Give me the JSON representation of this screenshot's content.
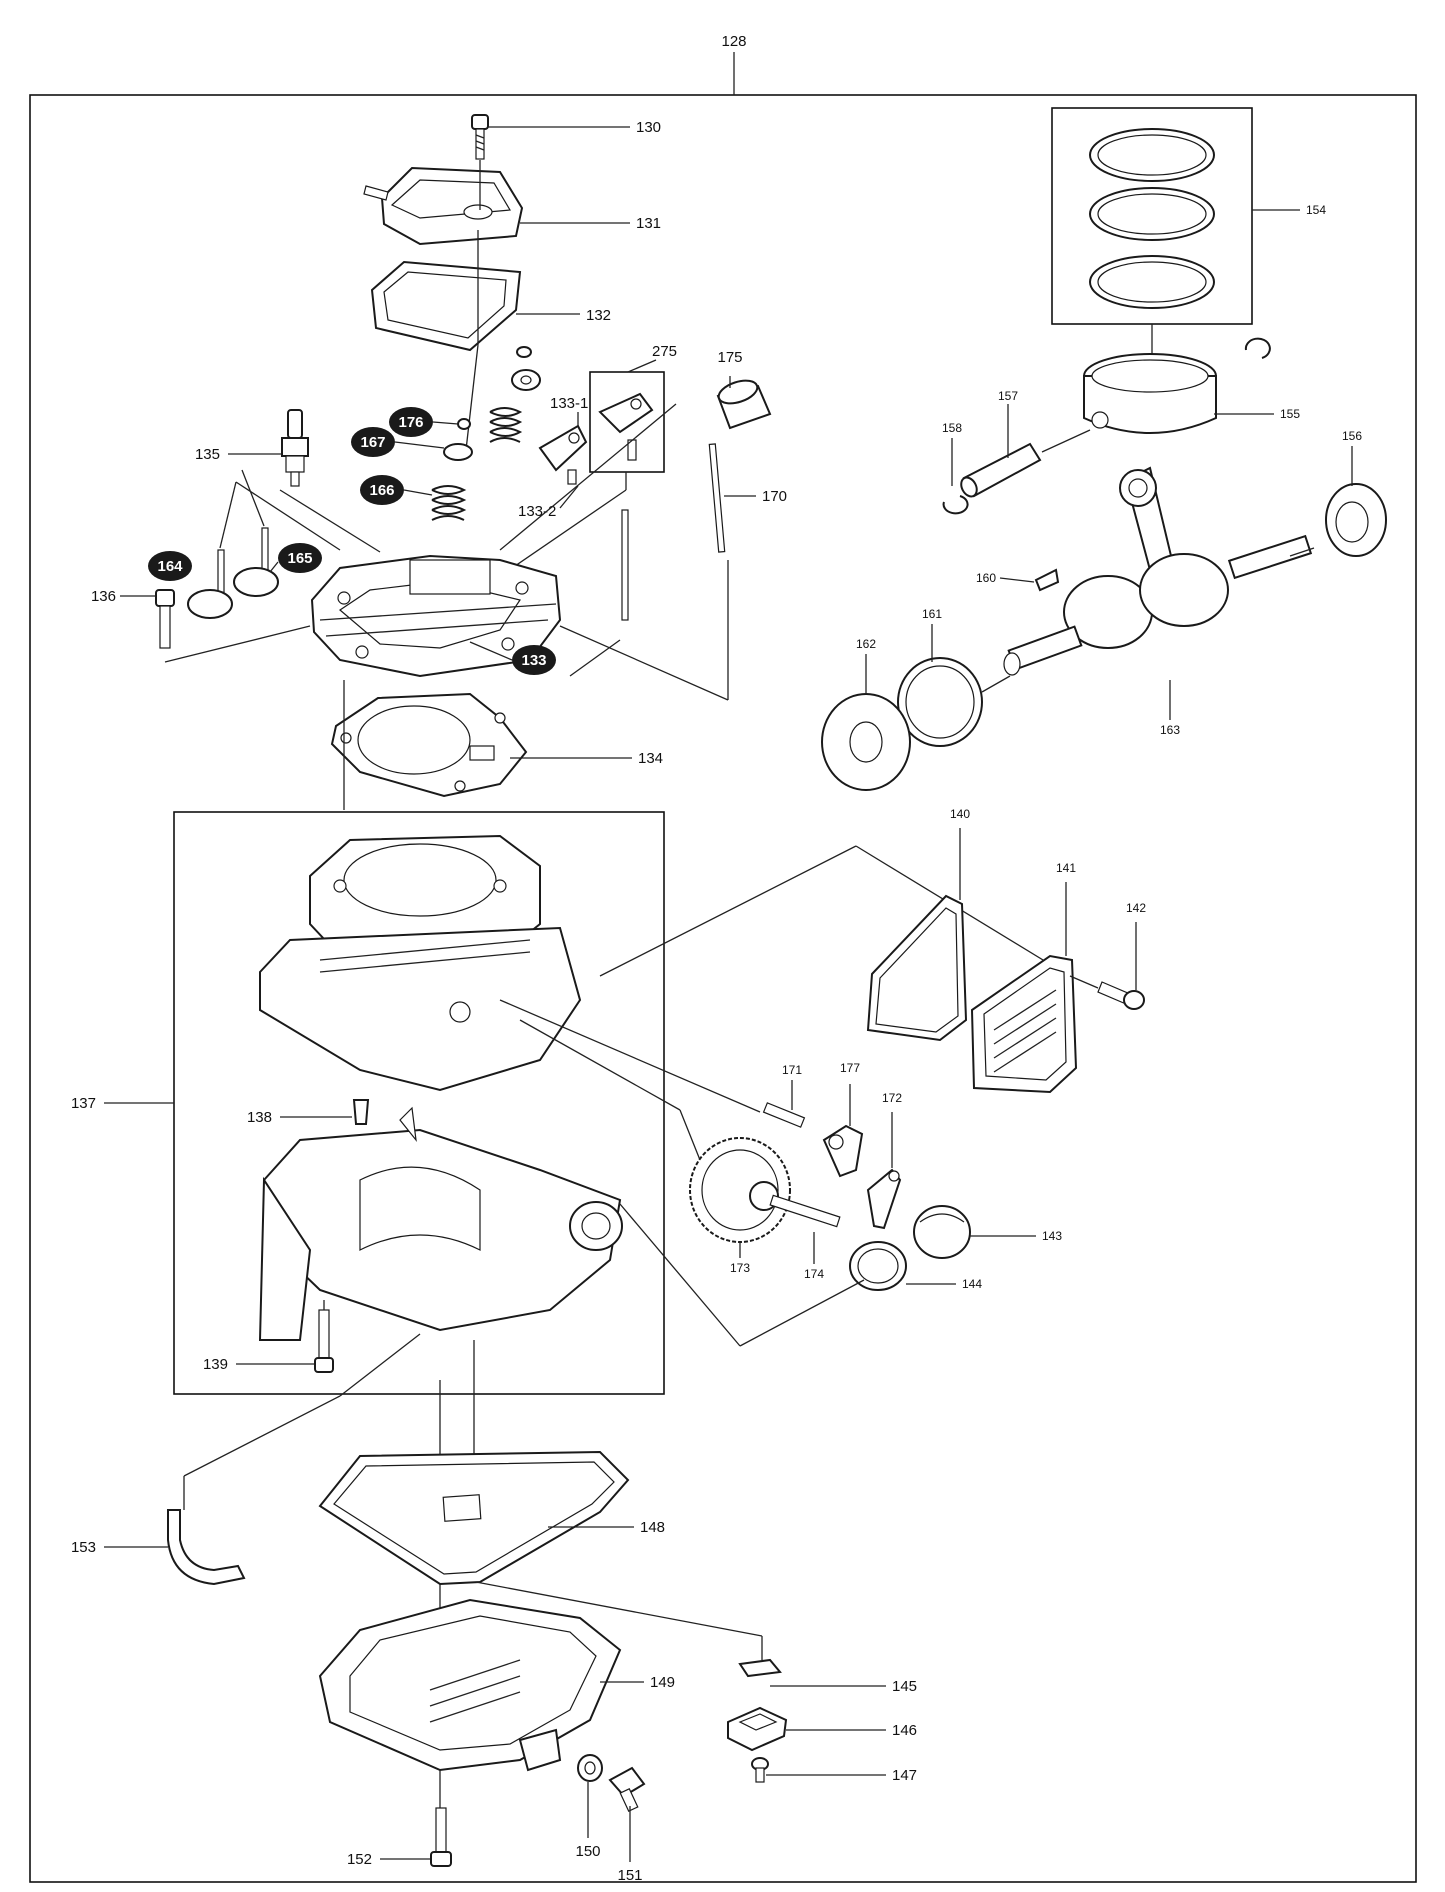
{
  "callouts": {
    "c128": "128",
    "c130": "130",
    "c131": "131",
    "c132": "132",
    "c135": "135",
    "c136": "136",
    "c134": "134",
    "c133": "133",
    "c133_1": "133-1",
    "c133_2": "133-2",
    "c275": "275",
    "c175": "175",
    "c170": "170",
    "c176": "176",
    "c167": "167",
    "c166": "166",
    "c164": "164",
    "c165": "165",
    "c154": "154",
    "c155": "155",
    "c156": "156",
    "c157": "157",
    "c158": "158",
    "c160": "160",
    "c161": "161",
    "c162": "162",
    "c163": "163",
    "c137": "137",
    "c138": "138",
    "c139": "139",
    "c140": "140",
    "c141": "141",
    "c142": "142",
    "c171": "171",
    "c177": "177",
    "c172": "172",
    "c173": "173",
    "c174": "174",
    "c143": "143",
    "c144": "144",
    "c153": "153",
    "c148": "148",
    "c149": "149",
    "c145": "145",
    "c146": "146",
    "c147": "147",
    "c150": "150",
    "c151": "151",
    "c152": "152"
  }
}
